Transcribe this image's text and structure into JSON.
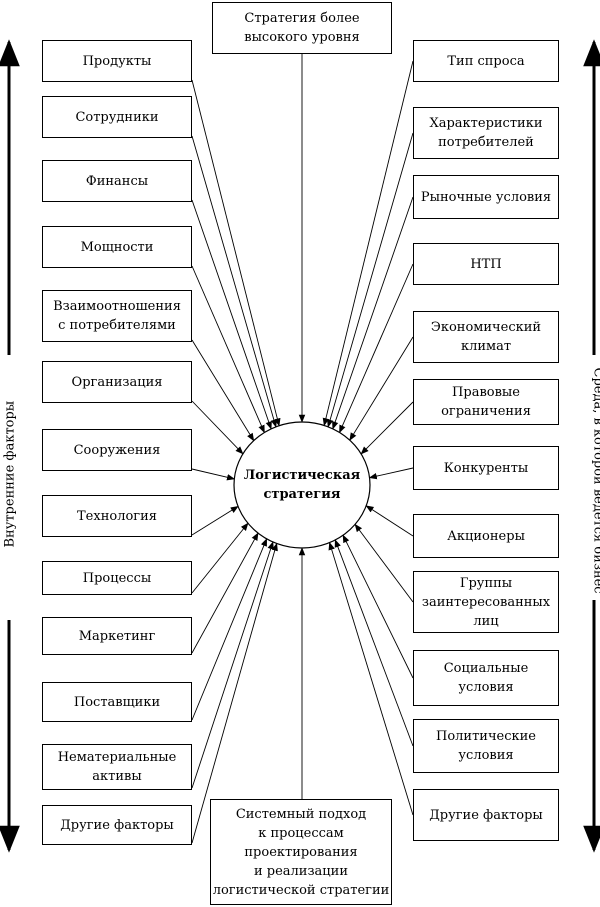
{
  "diagram": {
    "center": "Логистическая\nстратегия",
    "top": "Стратегия более\nвысокого уровня",
    "bottom": "Системный подход\nк процессам\nпроектирования\nи реализации\nлогистической стратегии",
    "left_label": "Внутренние факторы",
    "right_label": "Среда, в которой ведется бизнес",
    "left": [
      "Продукты",
      "Сотрудники",
      "Финансы",
      "Мощности",
      "Взаимоотношения\nс потребителями",
      "Организация",
      "Сооружения",
      "Технология",
      "Процессы",
      "Маркетинг",
      "Поставщики",
      "Нематериальные\nактивы",
      "Другие факторы"
    ],
    "right": [
      "Тип спроса",
      "Характеристики\nпотребителей",
      "Рыночные условия",
      "НТП",
      "Экономический\nклимат",
      "Правовые\nограничения",
      "Конкуренты",
      "Акционеры",
      "Группы\nзаинтересованных\nлиц",
      "Социальные\nусловия",
      "Политические\nусловия",
      "Другие факторы"
    ]
  }
}
